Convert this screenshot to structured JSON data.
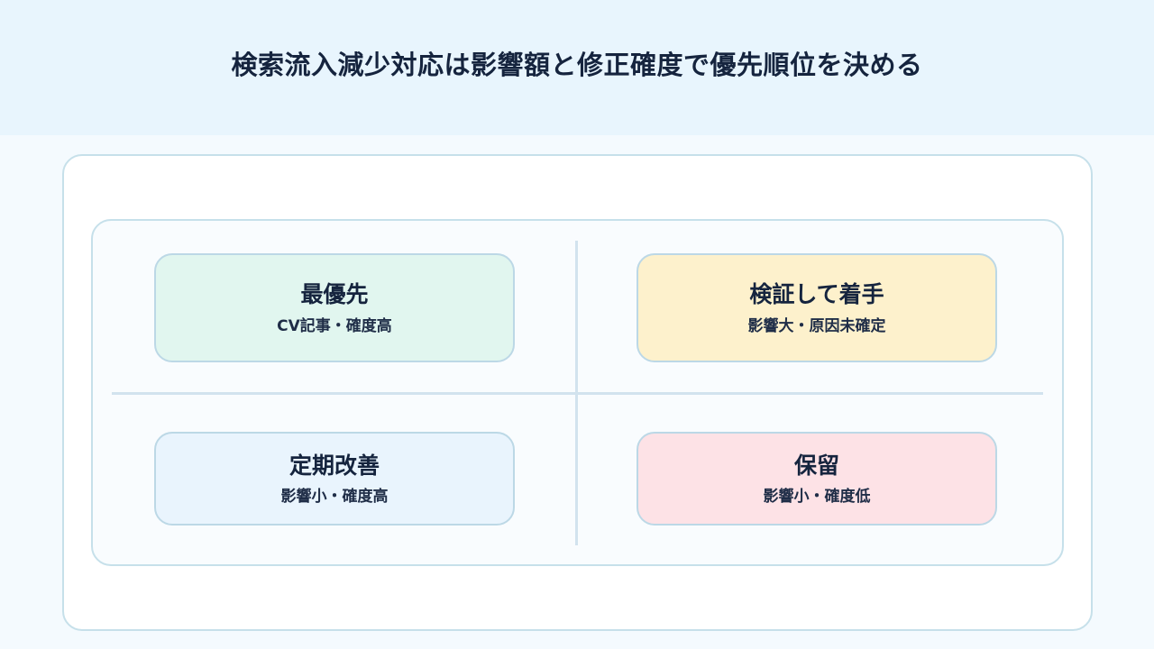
{
  "header": {
    "title": "検索流入減少対応は影響額と修正確度で優先順位を決める"
  },
  "matrix": {
    "quadrants": [
      {
        "id": "top-left",
        "title": "最優先",
        "subtitle": "CV記事・確度高",
        "color": "#e1f6ef"
      },
      {
        "id": "top-right",
        "title": "検証して着手",
        "subtitle": "影響大・原因未確定",
        "color": "#fdf1cc"
      },
      {
        "id": "bottom-left",
        "title": "定期改善",
        "subtitle": "影響小・確度高",
        "color": "#e9f4fd"
      },
      {
        "id": "bottom-right",
        "title": "保留",
        "subtitle": "影響小・確度低",
        "color": "#fde2e6"
      }
    ]
  }
}
